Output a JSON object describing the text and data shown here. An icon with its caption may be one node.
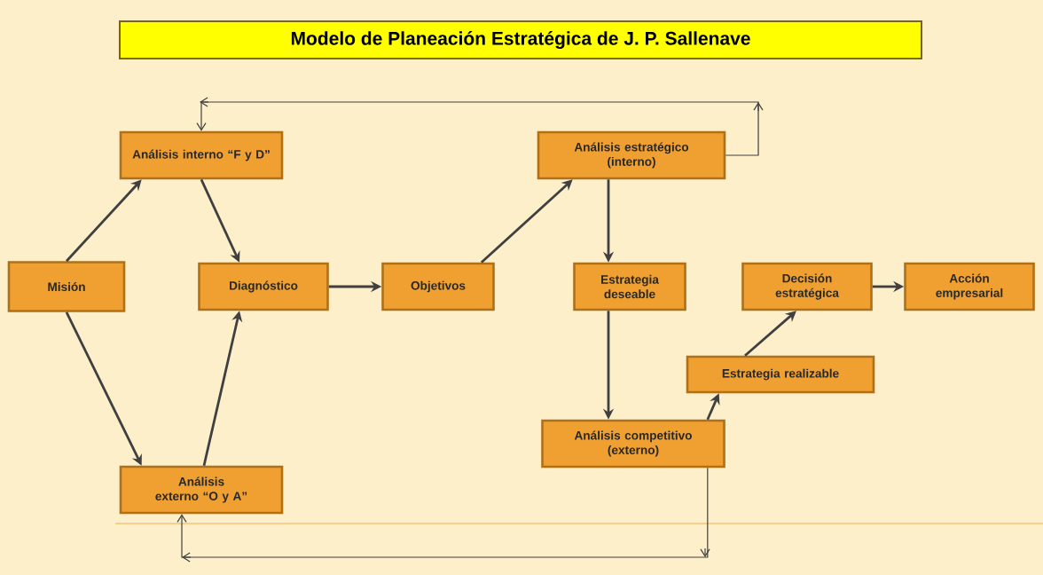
{
  "diagram": {
    "title": "Modelo de Planeación Estratégica  de J. P.  Sallenave",
    "nodes": [
      {
        "text": [
          "Misión"
        ]
      },
      {
        "text": [
          "Análisis interno “F y D”"
        ]
      },
      {
        "text": [
          "Análisis externo “O y A”"
        ]
      },
      {
        "text": [
          "Diagnóstico"
        ]
      },
      {
        "text": [
          "Objetivos"
        ]
      },
      {
        "text": [
          "Análisis  estratégico (interno)"
        ]
      },
      {
        "text": [
          "Estrategia deseable"
        ]
      },
      {
        "text": [
          "Análisis  competitivo (externo)"
        ]
      },
      {
        "text": [
          "Estrategia realizable"
        ]
      },
      {
        "text": [
          "Decisión estratégica"
        ]
      },
      {
        "text": [
          "Acción empresarial"
        ]
      }
    ],
    "edges": [
      {
        "from": 0,
        "to": 1,
        "arrow": "to"
      },
      {
        "from": 0,
        "to": 2,
        "arrow": "to"
      },
      {
        "from": 1,
        "to": 3,
        "arrow": "to"
      },
      {
        "from": 2,
        "to": 3,
        "arrow": "to"
      },
      {
        "from": 3,
        "to": 4,
        "arrow": "to"
      },
      {
        "from": 4,
        "to": 5,
        "arrow": "to"
      },
      {
        "from": 5,
        "to": 6,
        "arrow": "to"
      },
      {
        "from": 6,
        "to": 7,
        "arrow": "to"
      },
      {
        "from": 7,
        "to": 8,
        "arrow": "to"
      },
      {
        "from": 8,
        "to": 9,
        "arrow": "to"
      },
      {
        "from": 9,
        "to": 10,
        "arrow": "to"
      },
      {
        "from": 5,
        "to": 1,
        "arrow": "to"
      },
      {
        "from": 7,
        "to": 2,
        "arrow": "to"
      }
    ]
  }
}
